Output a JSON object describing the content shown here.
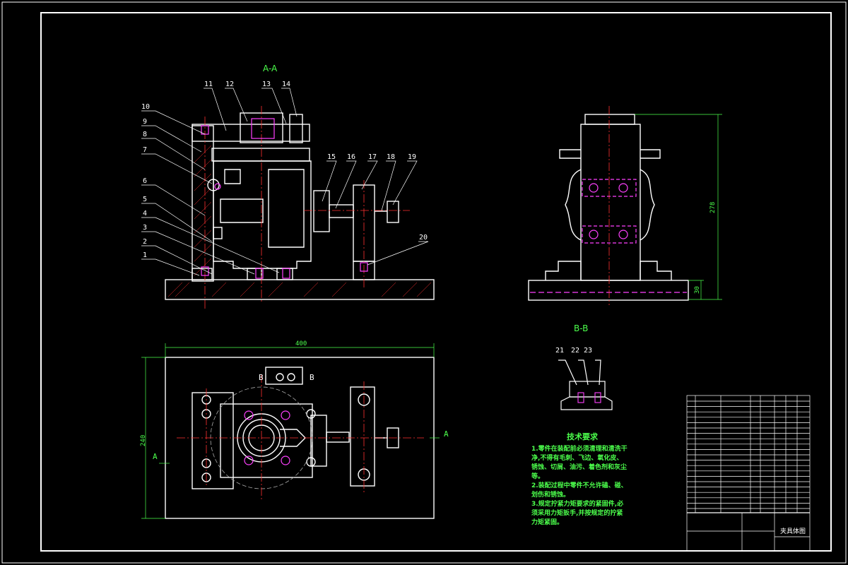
{
  "sections": {
    "aa": "A-A",
    "bb": "B-B"
  },
  "cut_marks": {
    "a_left": "A",
    "a_right": "A",
    "b_left": "B",
    "b_right": "B"
  },
  "balloons": [
    "1",
    "2",
    "3",
    "4",
    "5",
    "6",
    "7",
    "8",
    "9",
    "10",
    "11",
    "12",
    "13",
    "14",
    "15",
    "16",
    "17",
    "18",
    "19",
    "20",
    "21",
    "22",
    "23"
  ],
  "dimensions": {
    "width_400": "400",
    "height_240": "240",
    "height_278": "278",
    "base_30": "30"
  },
  "technical_requirements": {
    "title": "技术要求",
    "lines": [
      "1.零件在装配前必须清理和清洗干",
      "净,不得有毛刺、飞边、氧化皮、",
      "锈蚀、切屑、油污、着色剂和灰尘",
      "等。",
      "2.装配过程中零件不允许磕、碰、",
      "划伤和锈蚀。",
      "3.规定拧紧力矩要求的紧固件,必",
      "须采用力矩扳手,并按规定的拧紧",
      "力矩紧固。"
    ]
  },
  "title_block": {
    "drawing_name": "夹具体图"
  },
  "colors": {
    "line": "#ffffff",
    "dimension": "#4cff4c",
    "center": "#ff3030",
    "bolt": "#ff40ff",
    "frame": "#ffffff"
  }
}
